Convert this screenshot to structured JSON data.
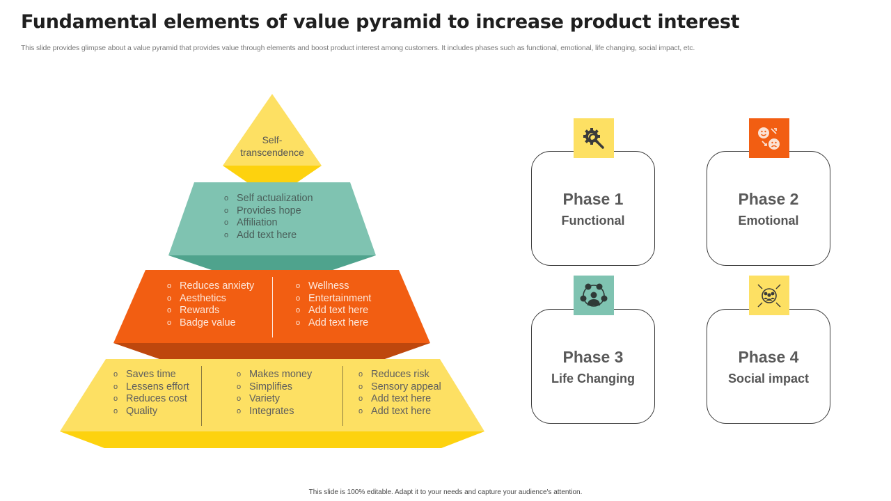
{
  "header": {
    "title": "Fundamental elements of value pyramid to increase product interest",
    "subtitle": "This slide provides glimpse about a value pyramid that provides value through elements and boost product interest among customers. It includes phases such as functional, emotional, life changing, social impact, etc."
  },
  "colors": {
    "yellow": "#FDE063",
    "yellow_dark": "#FDD20E",
    "teal": "#7FC3B1",
    "teal_dark": "#4FA38D",
    "orange": "#F25E12",
    "orange_dark": "#BE470D",
    "text_dark": "#5E5E5E"
  },
  "pyramid": {
    "apex": {
      "label_line1": "Self-",
      "label_line2": "transcendence"
    },
    "tier2": {
      "items": [
        "Self actualization",
        "Provides hope",
        "Affiliation",
        "Add text here"
      ]
    },
    "tier3": {
      "left": [
        "Reduces anxiety",
        "Aesthetics",
        "Rewards",
        "Badge value"
      ],
      "right": [
        "Wellness",
        "Entertainment",
        "Add text here",
        "Add text here"
      ]
    },
    "tier4": {
      "col1": [
        "Saves time",
        "Lessens effort",
        "Reduces cost",
        "Quality"
      ],
      "col2": [
        "Makes money",
        "Simplifies",
        "Variety",
        "Integrates"
      ],
      "col3": [
        "Reduces risk",
        "Sensory appeal",
        "Add text here",
        "Add text here"
      ]
    },
    "bullet": "o"
  },
  "phases": [
    {
      "title": "Phase 1",
      "subtitle": "Functional",
      "icon": "gear-wrench-icon",
      "badge_color": "#FDE063"
    },
    {
      "title": "Phase 2",
      "subtitle": "Emotional",
      "icon": "emotions-icon",
      "badge_color": "#F25E12"
    },
    {
      "title": "Phase 3",
      "subtitle": "Life Changing",
      "icon": "lifestyle-network-icon",
      "badge_color": "#7FC3B1"
    },
    {
      "title": "Phase 4",
      "subtitle": "Social impact",
      "icon": "community-focus-icon",
      "badge_color": "#FDE063"
    }
  ],
  "footer": {
    "text": "This slide is 100% editable.  Adapt it to your needs and capture your audience's attention."
  }
}
